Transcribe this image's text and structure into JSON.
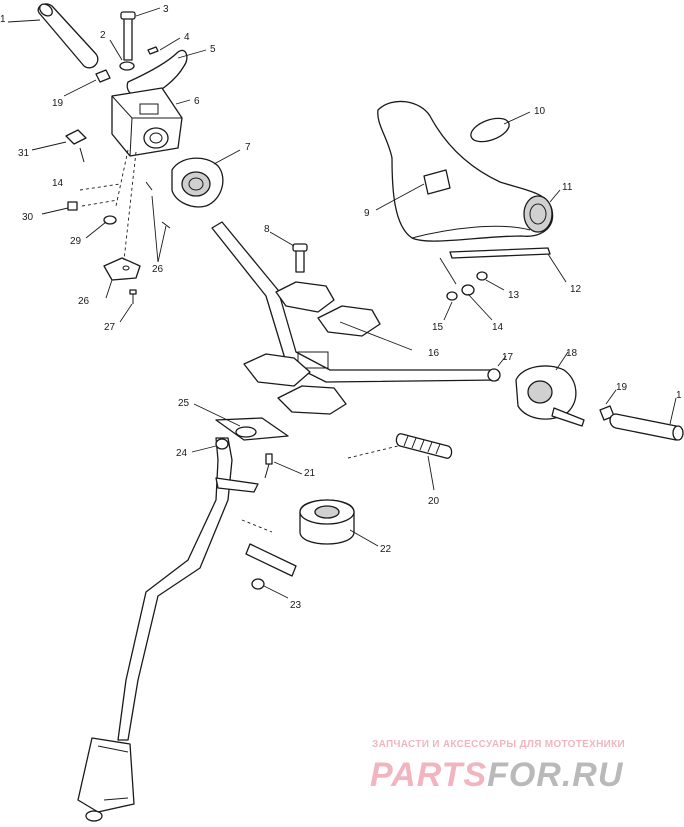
{
  "diagram": {
    "callouts": [
      {
        "id": "c1a",
        "label": "1"
      },
      {
        "id": "c2",
        "label": "2"
      },
      {
        "id": "c3",
        "label": "3"
      },
      {
        "id": "c4",
        "label": "4"
      },
      {
        "id": "c5",
        "label": "5"
      },
      {
        "id": "c6",
        "label": "6"
      },
      {
        "id": "c7",
        "label": "7"
      },
      {
        "id": "c8",
        "label": "8"
      },
      {
        "id": "c9",
        "label": "9"
      },
      {
        "id": "c10",
        "label": "10"
      },
      {
        "id": "c11",
        "label": "11"
      },
      {
        "id": "c12",
        "label": "12"
      },
      {
        "id": "c13",
        "label": "13"
      },
      {
        "id": "c14a",
        "label": "14"
      },
      {
        "id": "c14b",
        "label": "14"
      },
      {
        "id": "c15",
        "label": "15"
      },
      {
        "id": "c16",
        "label": "16"
      },
      {
        "id": "c17",
        "label": "17"
      },
      {
        "id": "c18",
        "label": "18"
      },
      {
        "id": "c19a",
        "label": "19"
      },
      {
        "id": "c19b",
        "label": "19"
      },
      {
        "id": "c1b",
        "label": "1"
      },
      {
        "id": "c20",
        "label": "20"
      },
      {
        "id": "c21",
        "label": "21"
      },
      {
        "id": "c22",
        "label": "22"
      },
      {
        "id": "c23",
        "label": "23"
      },
      {
        "id": "c24",
        "label": "24"
      },
      {
        "id": "c25",
        "label": "25"
      },
      {
        "id": "c26a",
        "label": "26"
      },
      {
        "id": "c26b",
        "label": "26"
      },
      {
        "id": "c27",
        "label": "27"
      },
      {
        "id": "c29",
        "label": "29"
      },
      {
        "id": "c30",
        "label": "30"
      },
      {
        "id": "c31",
        "label": "31"
      }
    ]
  },
  "watermark": {
    "tagline": "ЗАПЧАСТИ И АКСЕССУАРЫ ДЛЯ МОТОТЕХНИКИ",
    "logo_part1": "PARTS",
    "logo_part2": "FOR.RU",
    "color_light": "#f2b5bf",
    "color_dark": "#b9b9b9"
  }
}
